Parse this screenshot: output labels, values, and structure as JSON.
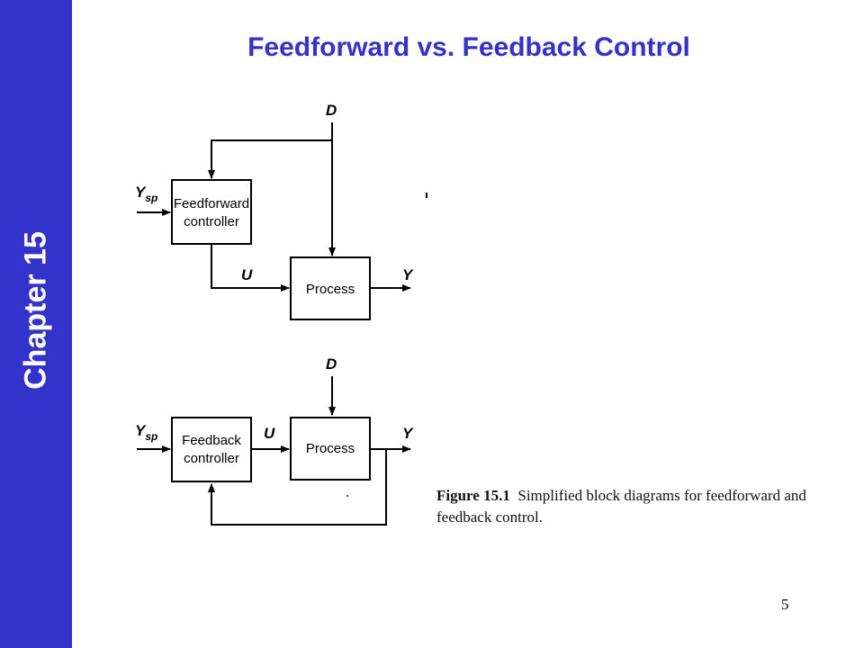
{
  "slide": {
    "chapter_label": "Chapter 15",
    "title": "Feedforward vs. Feedback Control",
    "page_number": "5",
    "accent_color": "#3333cc"
  },
  "figure": {
    "feedforward_diagram": {
      "disturbance": "D",
      "setpoint": "Y",
      "setpoint_sub": "sp",
      "controller_line1": "Feedforward",
      "controller_line2": "controller",
      "manipulated": "U",
      "process": "Process",
      "output": "Y"
    },
    "feedback_diagram": {
      "disturbance": "D",
      "setpoint": "Y",
      "setpoint_sub": "sp",
      "controller_line1": "Feedback",
      "controller_line2": "controller",
      "manipulated": "U",
      "process": "Process",
      "output": "Y"
    },
    "caption_label": "Figure 15.1",
    "caption_text": "Simplified block diagrams for feedforward and feedback control."
  }
}
